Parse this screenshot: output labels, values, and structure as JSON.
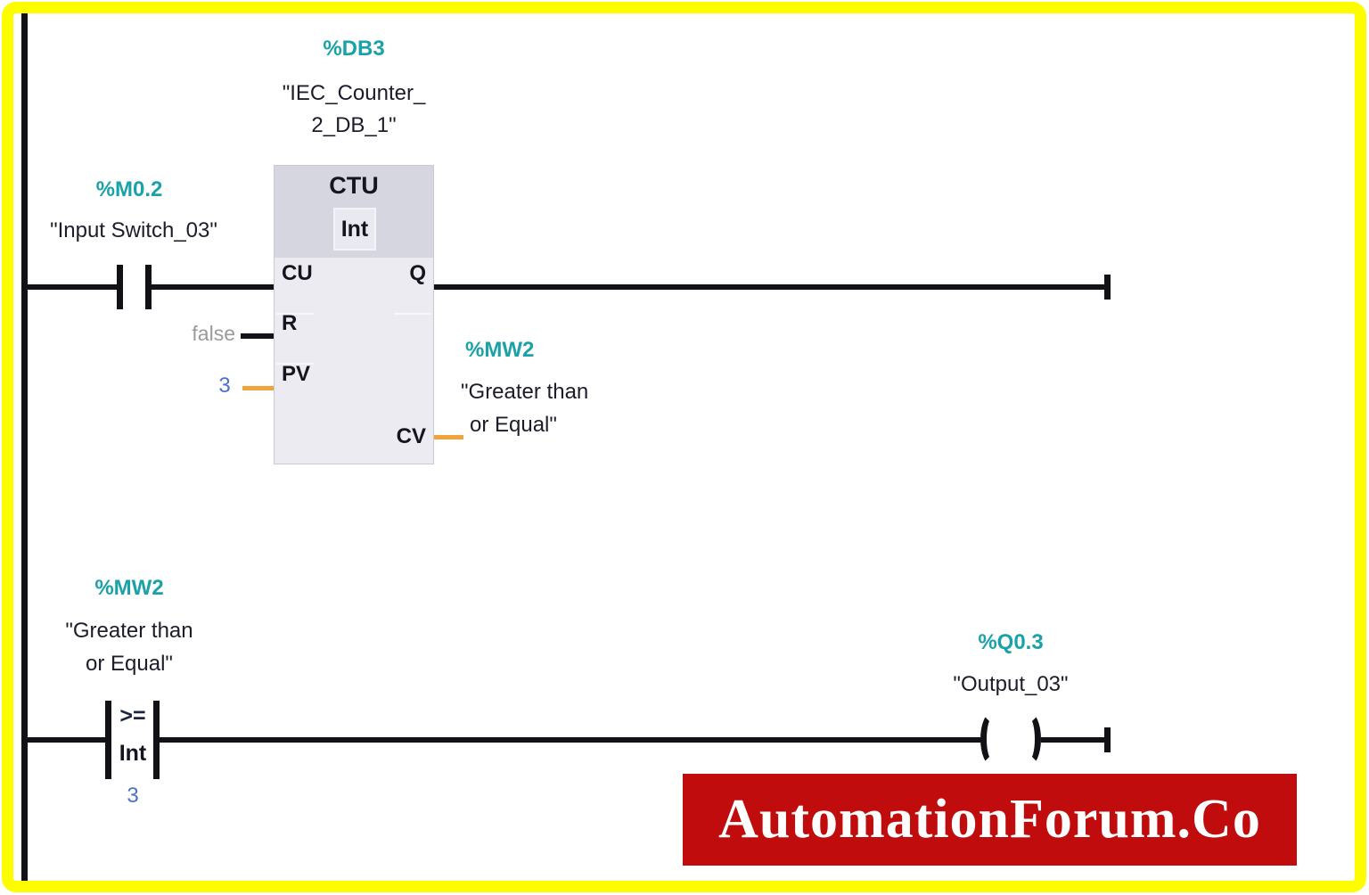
{
  "colors": {
    "address_teal": "#1ba2a8",
    "operand_dark": "#1c1c2a",
    "value_blue": "#4a72cc",
    "constant_gray": "#9b9b9b",
    "wire_orange": "#f2a43a",
    "banner_red": "#c00c0c",
    "frame_yellow": "#fdfd00",
    "block_header_gray": "#d6d6e0",
    "block_body_gray": "#ebebf1"
  },
  "network1": {
    "instance_db": {
      "address": "%DB3",
      "name_line1": "\"IEC_Counter_",
      "name_line2": "2_DB_1\""
    },
    "input_contact": {
      "address": "%M0.2",
      "name": "\"Input Switch_03\""
    },
    "counter_block": {
      "title": "CTU",
      "data_type": "Int",
      "pins": {
        "cu": "CU",
        "r": "R",
        "pv": "PV",
        "q": "Q",
        "cv": "CV"
      }
    },
    "r_value": "false",
    "pv_value": "3",
    "cv_operand": {
      "address": "%MW2",
      "name_line1": "\"Greater than",
      "name_line2": "or Equal\""
    }
  },
  "network2": {
    "compare_contact": {
      "address": "%MW2",
      "name_line1": "\"Greater than",
      "name_line2": "or Equal\"",
      "operator": ">=",
      "data_type": "Int",
      "compare_value": "3"
    },
    "output_coil": {
      "address": "%Q0.3",
      "name": "\"Output_03\""
    }
  },
  "watermark": {
    "text": "AutomationForum.Co"
  }
}
